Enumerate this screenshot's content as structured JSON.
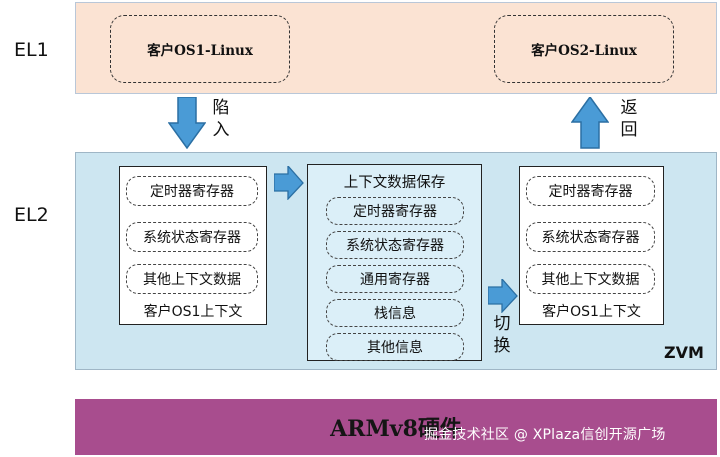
{
  "levels": {
    "el1": "EL1",
    "el2": "EL2"
  },
  "el1": {
    "guest1": "客户OS1-Linux",
    "guest2": "客户OS2-Linux"
  },
  "arrows": {
    "trap_chars": [
      "陷",
      "入"
    ],
    "return_chars": [
      "返",
      "回"
    ],
    "switch_chars": [
      "切",
      "换"
    ]
  },
  "el2": {
    "left_panel": {
      "items": [
        "定时器寄存器",
        "系统状态寄存器",
        "其他上下文数据"
      ],
      "caption": "客户OS1上下文"
    },
    "center_panel": {
      "title": "上下文数据保存",
      "items": [
        "定时器寄存器",
        "系统状态寄存器",
        "通用寄存器",
        "栈信息",
        "其他信息"
      ]
    },
    "right_panel": {
      "items": [
        "定时器寄存器",
        "系统状态寄存器",
        "其他上下文数据"
      ],
      "caption": "客户OS1上下文"
    },
    "zvm": "ZVM"
  },
  "hardware": {
    "label": "ARMv8硬件",
    "watermark": "掘金技术社区 @ XPlaza信创开源广场"
  },
  "colors": {
    "el1_band": "#fbe3d3",
    "el2_band": "#cde6f1",
    "hardware_band": "#a84d8e",
    "arrow_fill": "#4a9bd6",
    "arrow_stroke": "#2b6fa3"
  }
}
